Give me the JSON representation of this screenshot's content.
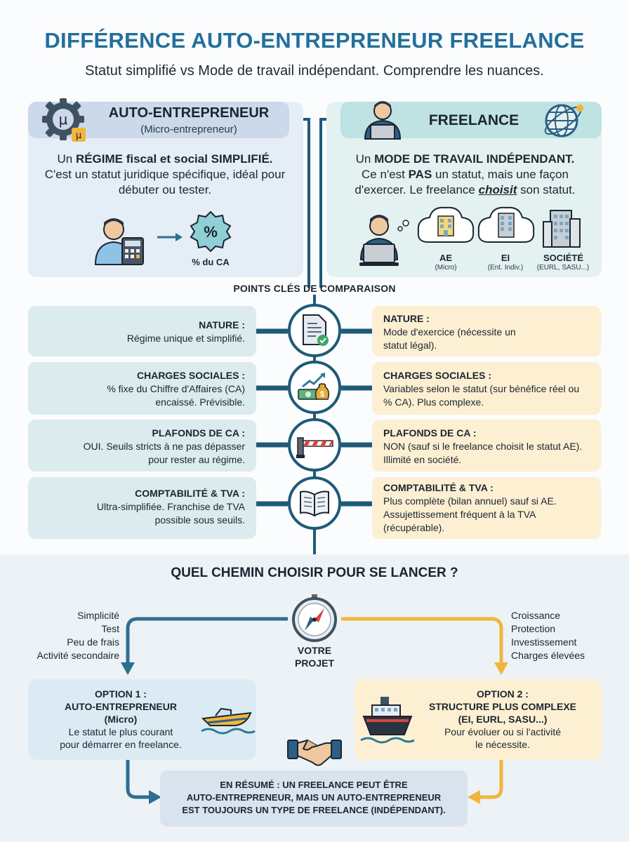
{
  "header": {
    "title": "DIFFÉRENCE AUTO-ENTREPRENEUR FREELANCE",
    "subtitle": "Statut simplifié vs Mode de travail indépendant. Comprendre les nuances."
  },
  "auto_entrepreneur": {
    "title": "AUTO-ENTREPRENEUR",
    "subtitle": "(Micro-entrepreneur)",
    "desc_prefix": "Un ",
    "desc_bold": "RÉGIME fiscal et social SIMPLIFIÉ.",
    "desc_rest": "C'est un statut juridique spécifique, idéal pour débuter ou tester.",
    "badge_symbol": "%",
    "badge_label": "% du CA",
    "gear_letter": "μ"
  },
  "freelance": {
    "title": "FREELANCE",
    "desc_prefix": "Un ",
    "desc_bold": "MODE DE TRAVAIL INDÉPENDANT.",
    "desc_line2_a": "Ce n'est ",
    "desc_line2_b": "PAS",
    "desc_line2_c": " un statut, mais une façon",
    "desc_line3_a": "d'exercer. Le freelance ",
    "desc_line3_b": "choisit",
    "desc_line3_c": " son statut.",
    "options": [
      {
        "label": "AE",
        "sub": "(Micro)"
      },
      {
        "label": "EI",
        "sub": "(Ent. Indiv.)"
      },
      {
        "label": "SOCIÉTÉ",
        "sub": "(EURL, SASU...)"
      }
    ]
  },
  "comparison": {
    "section_label": "POINTS CLÉS DE COMPARAISON",
    "rows": [
      {
        "left_key": "NATURE :",
        "left_text": "Régime unique et simplifié.",
        "right_key": "NATURE :",
        "right_text": "Mode d'exercice (nécessite un statut légal).",
        "icon": "document-check-icon"
      },
      {
        "left_key": "CHARGES SOCIALES :",
        "left_text": "% fixe du Chiffre d'Affaires (CA) encaissé. Prévisible.",
        "right_key": "CHARGES SOCIALES :",
        "right_text": "Variables selon le statut (sur bénéfice réel ou % CA). Plus complexe.",
        "icon": "money-growth-icon"
      },
      {
        "left_key": "PLAFONDS DE CA :",
        "left_text": "OUI. Seuils stricts à ne pas dépasser pour rester au régime.",
        "right_key": "PLAFONDS DE CA :",
        "right_text": "NON (sauf si le freelance choisit le statut AE). Illimité en société.",
        "icon": "barrier-icon"
      },
      {
        "left_key": "COMPTABILITÉ & TVA :",
        "left_text": "Ultra-simplifiée. Franchise de TVA possible sous seuils.",
        "right_key": "COMPTABILITÉ & TVA :",
        "right_text": "Plus complète (bilan annuel) sauf si AE. Assujettissement fréquent à la TVA (récupérable).",
        "icon": "book-icon"
      }
    ]
  },
  "path": {
    "title": "QUEL CHEMIN CHOISIR POUR SE LANCER ?",
    "left_list": [
      "Simplicité",
      "Test",
      "Peu de frais",
      "Activité secondaire"
    ],
    "right_list": [
      "Croissance",
      "Protection",
      "Investissement",
      "Charges élevées"
    ],
    "center_line1": "VOTRE",
    "center_line2": "PROJET",
    "option1": {
      "title1": "OPTION 1 :",
      "title2": "AUTO-ENTREPRENEUR",
      "title3": "(Micro)",
      "desc1": "Le statut le plus courant",
      "desc2": "pour démarrer en freelance."
    },
    "option2": {
      "title1": "OPTION 2 :",
      "title2": "STRUCTURE PLUS COMPLEXE",
      "title3": "(EI, EURL, SASU...)",
      "desc1": "Pour évoluer ou si l'activité",
      "desc2": "le nécessite."
    },
    "summary1": "EN RÉSUMÉ : UN FREELANCE PEUT ÊTRE",
    "summary2": "AUTO-ENTREPRENEUR, MAIS UN AUTO-ENTREPRENEUR",
    "summary3": "EST TOUJOURS UN TYPE DE FREELANCE (INDÉPENDANT)."
  },
  "colors": {
    "title_blue": "#236f9b",
    "dark_blue": "#1e5a78",
    "arrow_blue": "#2d6f8f",
    "arrow_orange": "#f2b53c",
    "left_panel": "#dcebee",
    "right_panel": "#fdefd2"
  }
}
